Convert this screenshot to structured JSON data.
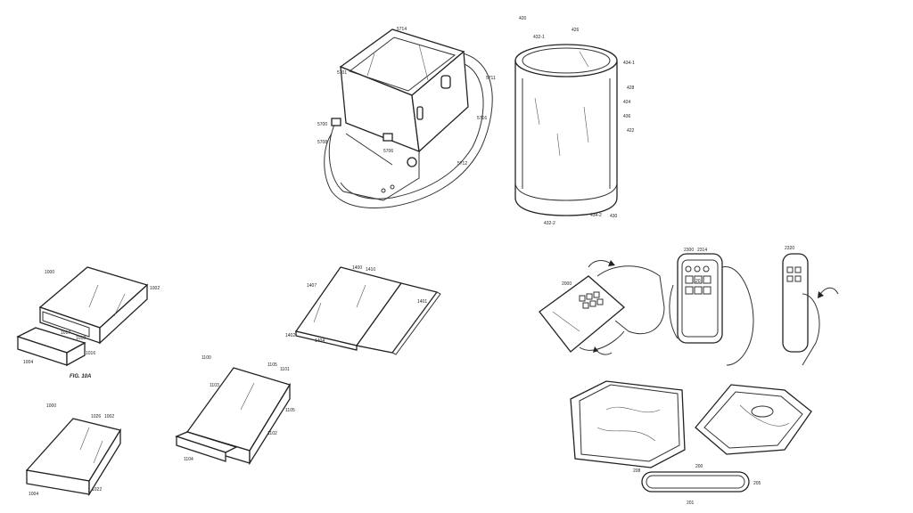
{
  "labels": {
    "watch": [
      "5714",
      "5701",
      "5711",
      "5700",
      "5716",
      "5706",
      "5712",
      "5708"
    ],
    "cylinder": [
      "420",
      "426",
      "432-1",
      "434-1",
      "428",
      "424",
      "436",
      "422",
      "430",
      "434-2",
      "432-2"
    ],
    "case_10a": [
      "1000",
      "1002",
      "1017",
      "1018",
      "1016",
      "1004"
    ],
    "case_10b": [
      "1000",
      "1026",
      "1002",
      "1004",
      "1022"
    ],
    "case_11": [
      "1100",
      "1105",
      "1101",
      "1103",
      "1105",
      "1102",
      "1104"
    ],
    "folding": [
      "1400",
      "1410",
      "1407",
      "1401",
      "1402",
      "1404"
    ],
    "hands": [
      "2300",
      "2314",
      "2000",
      "2320"
    ],
    "loop": [
      "208",
      "200",
      "205",
      "201"
    ]
  },
  "captions": {
    "fig_10a": "FIG. 10A"
  },
  "icon_grid_values": {
    "display_number": "20"
  }
}
